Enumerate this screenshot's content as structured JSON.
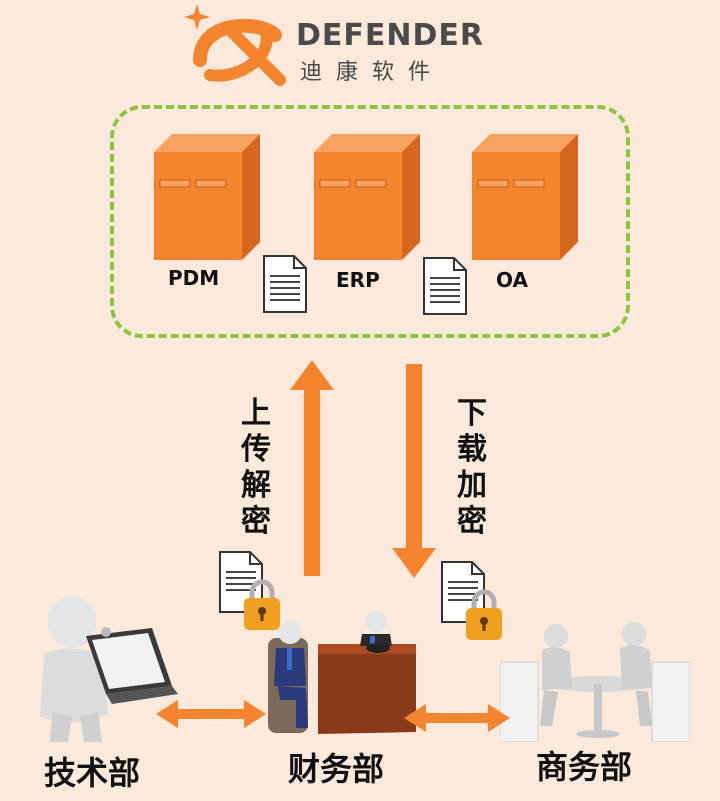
{
  "logo": {
    "brand": "DEFENDER",
    "subtitle": "迪康软件"
  },
  "servers": [
    {
      "label": "PDM"
    },
    {
      "label": "ERP"
    },
    {
      "label": "OA"
    }
  ],
  "flows": {
    "upload": "上传解密",
    "download": "下载加密"
  },
  "departments": {
    "tech": "技术部",
    "finance": "财务部",
    "business": "商务部"
  },
  "colors": {
    "accent": "#f5842e",
    "dashed_border": "#8cc63f",
    "background": "#fbe9dc",
    "lock": "#f0a020"
  }
}
